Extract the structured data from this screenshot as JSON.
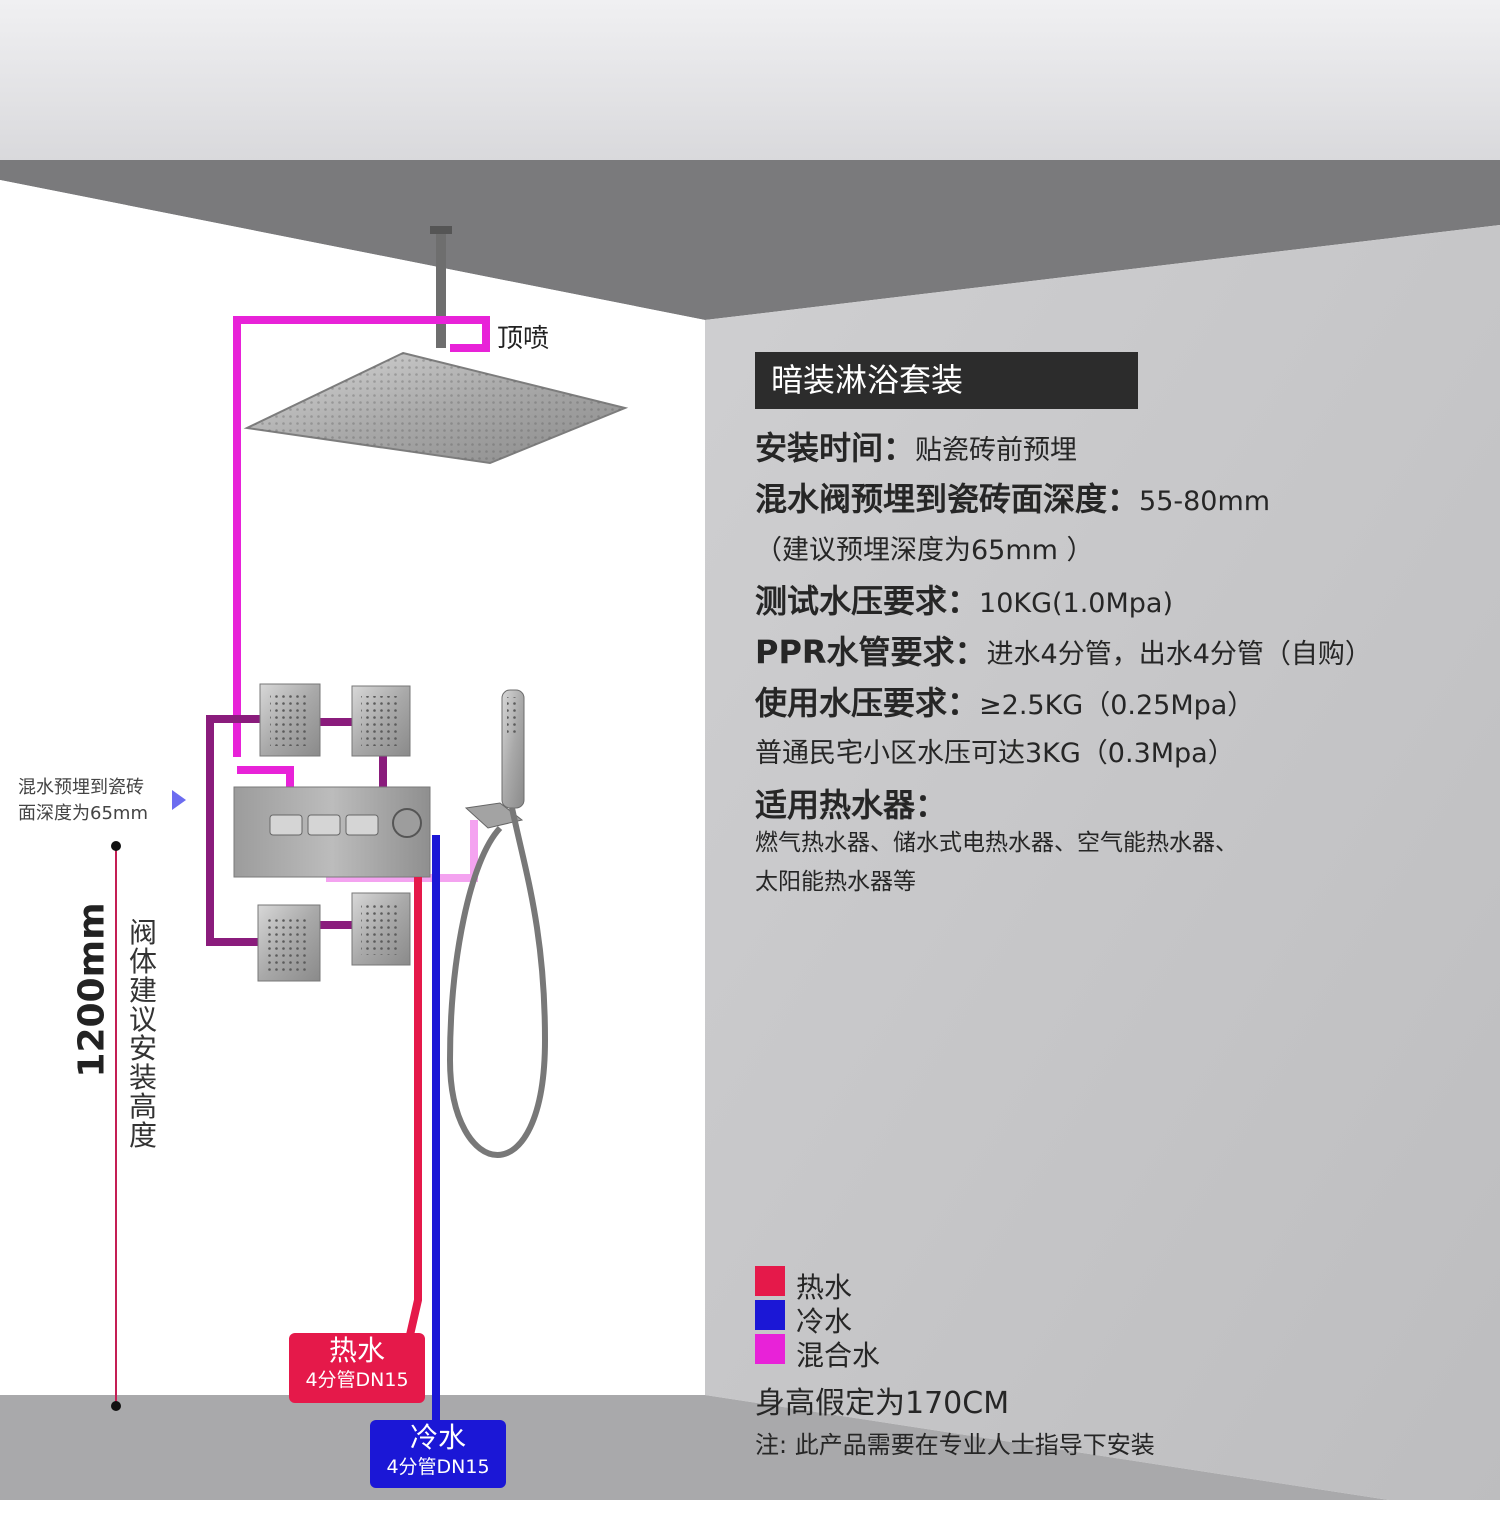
{
  "title": "暗装淋浴套装",
  "specs": [
    {
      "key": "安装时间：",
      "value": "贴瓷砖前预埋"
    },
    {
      "key": "混水阀预埋到瓷砖面深度：",
      "value": "55-80mm"
    },
    {
      "key": "",
      "value": "（建议预埋深度为65mm ）"
    },
    {
      "key": "测试水压要求：",
      "value": "10KG(1.0Mpa)"
    },
    {
      "key": "PPR水管要求：",
      "value": "进水4分管，出水4分管（自购）"
    },
    {
      "key": "使用水压要求：",
      "value": "≥2.5KG（0.25Mpa）"
    },
    {
      "key": "",
      "value": "普通民宅小区水压可达3KG（0.3Mpa）"
    },
    {
      "key": "适用热水器：",
      "value": ""
    }
  ],
  "heaters_line1": "燃气热水器、储水式电热水器、空气能热水器、",
  "heaters_line2": "太阳能热水器等",
  "legend": [
    {
      "label": "热水",
      "color": "#e5194a"
    },
    {
      "label": "冷水",
      "color": "#1b17d6"
    },
    {
      "label": "混合水",
      "color": "#e822d8"
    }
  ],
  "footnote_height": "身高假定为170CM",
  "footnote_install": "注: 此产品需要在专业人士指导下安装",
  "rain_shower_label": "顶喷",
  "depth_note_line1": "混水预埋到瓷砖",
  "depth_note_line2": "面深度为65mm",
  "height_value": "1200mm",
  "height_label": "阀体建议安装高度",
  "hot_pipe": {
    "label": "热水",
    "sub": "4分管DN15",
    "color": "#e5194a"
  },
  "cold_pipe": {
    "label": "冷水",
    "sub": "4分管DN15",
    "color": "#1b17d6"
  },
  "colors": {
    "mix_pipe": "#e822d8",
    "body_pipe": "#8a1c7c",
    "light_pipe": "#f4a3f0",
    "panel": "#2c2c2c"
  }
}
